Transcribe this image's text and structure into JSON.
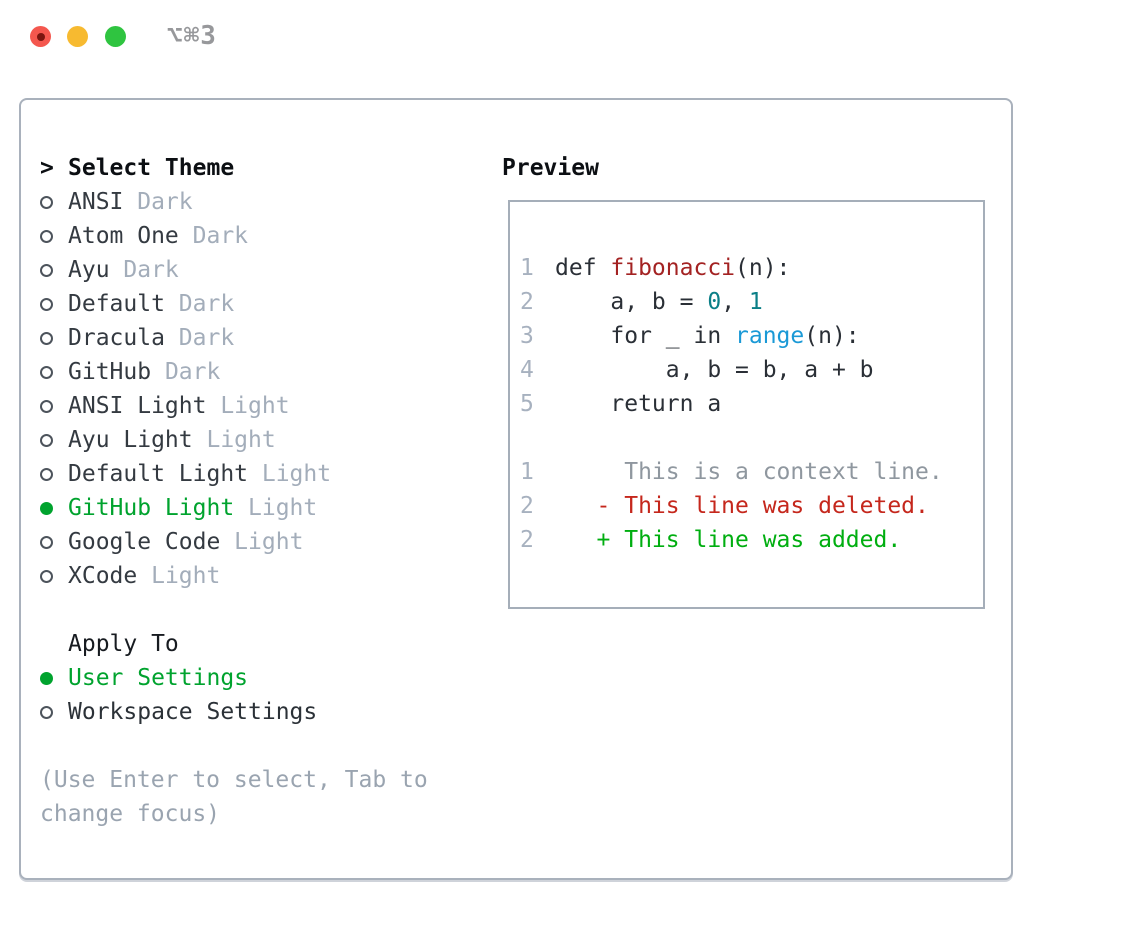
{
  "window": {
    "title": "⌥⌘3",
    "traffic_lights": [
      "close",
      "minimize",
      "zoom"
    ]
  },
  "theme_menu": {
    "header_prompt": ">",
    "header_label": "Select Theme",
    "items": [
      {
        "name": "ANSI",
        "variant": "Dark",
        "selected": false
      },
      {
        "name": "Atom One",
        "variant": "Dark",
        "selected": false
      },
      {
        "name": "Ayu",
        "variant": "Dark",
        "selected": false
      },
      {
        "name": "Default",
        "variant": "Dark",
        "selected": false
      },
      {
        "name": "Dracula",
        "variant": "Dark",
        "selected": false
      },
      {
        "name": "GitHub",
        "variant": "Dark",
        "selected": false
      },
      {
        "name": "ANSI Light",
        "variant": "Light",
        "selected": false
      },
      {
        "name": "Ayu Light",
        "variant": "Light",
        "selected": false
      },
      {
        "name": "Default Light",
        "variant": "Light",
        "selected": false
      },
      {
        "name": "GitHub Light",
        "variant": "Light",
        "selected": true
      },
      {
        "name": "Google Code",
        "variant": "Light",
        "selected": false
      },
      {
        "name": "XCode",
        "variant": "Light",
        "selected": false
      }
    ]
  },
  "apply_to": {
    "header": "Apply To",
    "options": [
      {
        "label": "User Settings",
        "selected": true
      },
      {
        "label": "Workspace Settings",
        "selected": false
      }
    ]
  },
  "help_text": "(Use Enter to select, Tab to change focus)",
  "preview": {
    "title": "Preview",
    "code_lines": [
      {
        "num": "1",
        "segments": [
          {
            "text": "def ",
            "style": "plain"
          },
          {
            "text": "fibonacci",
            "style": "function"
          },
          {
            "text": "(n):",
            "style": "plain"
          }
        ]
      },
      {
        "num": "2",
        "segments": [
          {
            "text": "    a, b = ",
            "style": "plain"
          },
          {
            "text": "0",
            "style": "number"
          },
          {
            "text": ", ",
            "style": "plain"
          },
          {
            "text": "1",
            "style": "number"
          }
        ]
      },
      {
        "num": "3",
        "segments": [
          {
            "text": "    for _ in ",
            "style": "plain"
          },
          {
            "text": "range",
            "style": "builtin"
          },
          {
            "text": "(n):",
            "style": "plain"
          }
        ]
      },
      {
        "num": "4",
        "segments": [
          {
            "text": "        a, b = b, a + b",
            "style": "plain"
          }
        ]
      },
      {
        "num": "5",
        "segments": [
          {
            "text": "    return a",
            "style": "plain"
          }
        ]
      },
      {
        "num": "",
        "segments": []
      },
      {
        "num": "1",
        "segments": [
          {
            "text": "     This is a context line.",
            "style": "context"
          }
        ]
      },
      {
        "num": "2",
        "segments": [
          {
            "text": "   - This line was deleted.",
            "style": "deletion"
          }
        ]
      },
      {
        "num": "2",
        "segments": [
          {
            "text": "   + This line was added.",
            "style": "addition"
          }
        ]
      }
    ]
  },
  "colors": {
    "panel_border": "#a9b1bc",
    "selected_green": "#00a32e",
    "addition_green": "#00ae10",
    "deletion_red": "#c5271c",
    "function_red": "#a32222",
    "number_teal": "#0b7f87",
    "builtin_blue": "#1a99d6",
    "muted_gray": "#a3adba",
    "help_gray": "#9aa4b0",
    "traffic_red": "#f4574e",
    "traffic_yellow": "#f7ba30",
    "traffic_green": "#2fc440"
  }
}
